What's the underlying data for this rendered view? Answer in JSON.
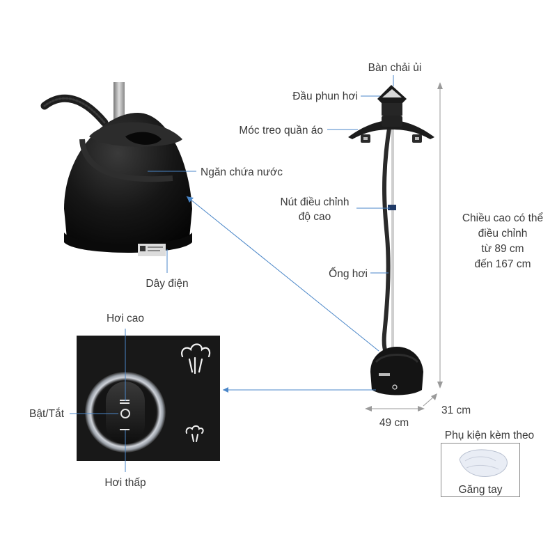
{
  "colors": {
    "callout_line": "#4a86c8",
    "dimension_line": "#9a9a9a",
    "label_text": "#3a3a3a",
    "product_body": "#111111",
    "panel_background": "#181818"
  },
  "labels": {
    "brush": "Bàn chải ủi",
    "steam_head": "Đầu phun hơi",
    "hanger": "Móc treo quần áo",
    "water_tank": "Ngăn chứa nước",
    "height_adjust_line1": "Nút điều chỉnh",
    "height_adjust_line2": "độ cao",
    "steam_hose": "Ống hơi",
    "power_cord": "Dây điện",
    "height_range_line1": "Chiều cao có thể",
    "height_range_line2": "điều chỉnh",
    "height_range_line3": "từ 89 cm",
    "height_range_line4": "đến 167 cm",
    "depth": "31 cm",
    "width": "49 cm",
    "high_steam": "Hơi cao",
    "on_off": "Bật/Tắt",
    "low_steam": "Hơi thấp",
    "accessories_title": "Phụ kiện kèm theo",
    "glove": "Găng tay"
  },
  "icons": {
    "high_steam": "high-steam-icon",
    "low_steam": "low-steam-icon",
    "power": "power-icon"
  }
}
